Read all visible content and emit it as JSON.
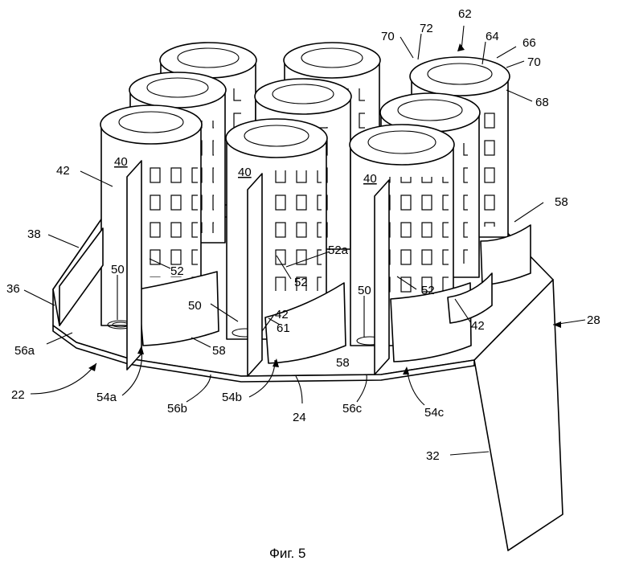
{
  "figure": {
    "caption": "Фиг. 5",
    "labels": [
      {
        "id": "l62",
        "text": "62"
      },
      {
        "id": "l72",
        "text": "72"
      },
      {
        "id": "l70a",
        "text": "70"
      },
      {
        "id": "l64",
        "text": "64"
      },
      {
        "id": "l66",
        "text": "66"
      },
      {
        "id": "l70b",
        "text": "70"
      },
      {
        "id": "l68",
        "text": "68"
      },
      {
        "id": "l42a",
        "text": "42"
      },
      {
        "id": "l40a",
        "text": "40"
      },
      {
        "id": "l40b",
        "text": "40"
      },
      {
        "id": "l40c",
        "text": "40"
      },
      {
        "id": "l38",
        "text": "38"
      },
      {
        "id": "l58a",
        "text": "58"
      },
      {
        "id": "l52a",
        "text": "52a"
      },
      {
        "id": "l52b",
        "text": "52"
      },
      {
        "id": "l52c",
        "text": "52"
      },
      {
        "id": "l52d",
        "text": "52"
      },
      {
        "id": "l50a",
        "text": "50"
      },
      {
        "id": "l50b",
        "text": "50"
      },
      {
        "id": "l50c",
        "text": "50"
      },
      {
        "id": "l36",
        "text": "36"
      },
      {
        "id": "l42b",
        "text": "42"
      },
      {
        "id": "l42c",
        "text": "42"
      },
      {
        "id": "l61",
        "text": "61"
      },
      {
        "id": "l58b",
        "text": "58"
      },
      {
        "id": "l58c",
        "text": "58"
      },
      {
        "id": "l56a",
        "text": "56a"
      },
      {
        "id": "l28",
        "text": "28"
      },
      {
        "id": "l22",
        "text": "22"
      },
      {
        "id": "l54a",
        "text": "54a"
      },
      {
        "id": "l56b",
        "text": "56b"
      },
      {
        "id": "l54b",
        "text": "54b"
      },
      {
        "id": "l24",
        "text": "24"
      },
      {
        "id": "l56c",
        "text": "56c"
      },
      {
        "id": "l54c",
        "text": "54c"
      },
      {
        "id": "l32",
        "text": "32"
      }
    ]
  }
}
